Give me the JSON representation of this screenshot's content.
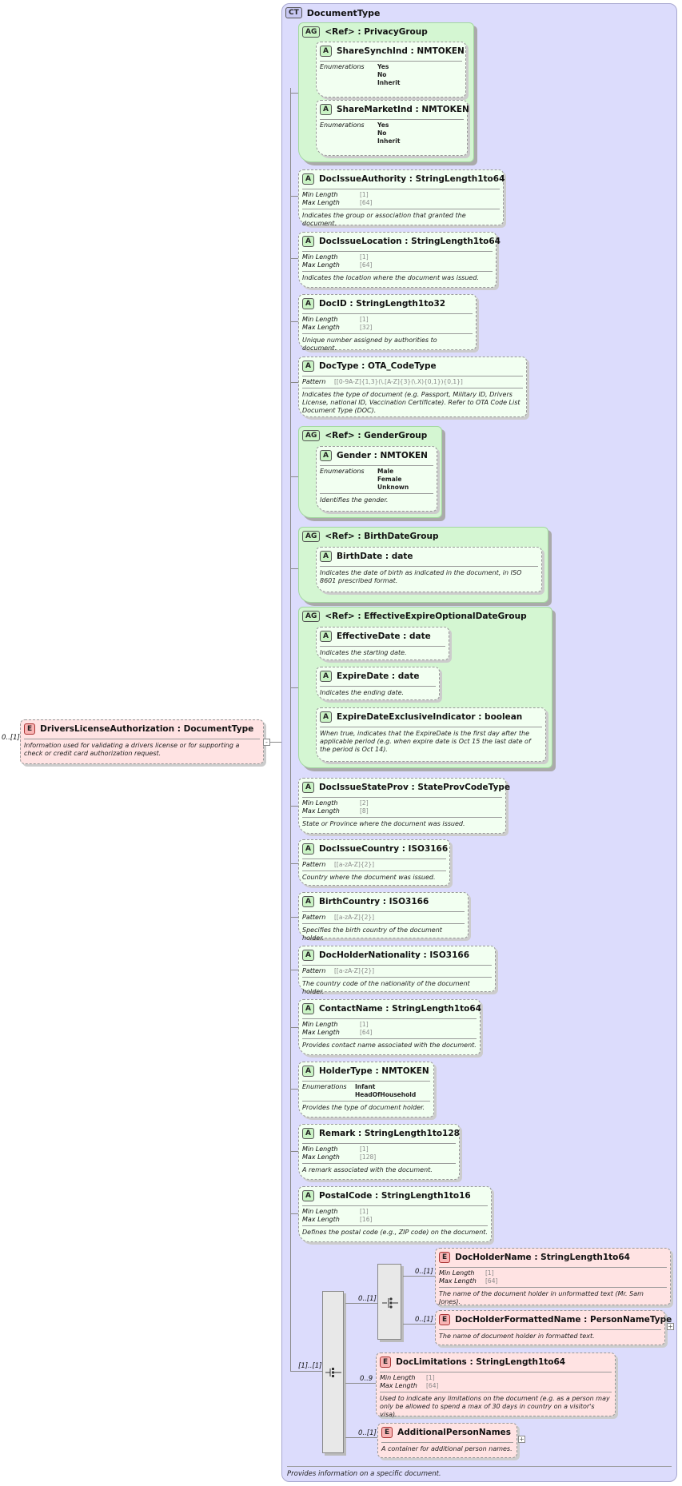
{
  "root_element": {
    "multiplicity": "0..[1]",
    "badge": "E",
    "title": "DriversLicenseAuthorization : DocumentType",
    "description": "Information used for validating a drivers license or for supporting a check or credit card authorization request."
  },
  "complex_type": {
    "badge": "CT",
    "title": "DocumentType",
    "description": "Provides information on a specific document."
  },
  "labels": {
    "min_length": "Min Length",
    "max_length": "Max Length",
    "pattern": "Pattern",
    "enumerations": "Enumerations"
  },
  "privacy_group": {
    "badge": "AG",
    "title": "<Ref>      : PrivacyGroup",
    "attrs": [
      {
        "badge": "A",
        "title": "ShareSynchInd : NMTOKEN",
        "enums": [
          "Yes",
          "No",
          "Inherit"
        ]
      },
      {
        "badge": "A",
        "title": "ShareMarketInd : NMTOKEN",
        "enums": [
          "Yes",
          "No",
          "Inherit"
        ]
      }
    ]
  },
  "doc_issue_authority": {
    "badge": "A",
    "title": "DocIssueAuthority : StringLength1to64",
    "min": "[1]",
    "max": "[64]",
    "description": "Indicates the group or association that granted the document."
  },
  "doc_issue_location": {
    "badge": "A",
    "title": "DocIssueLocation : StringLength1to64",
    "min": "[1]",
    "max": "[64]",
    "description": "Indicates the location where the document was issued."
  },
  "doc_id": {
    "badge": "A",
    "title": "DocID      : StringLength1to32",
    "min": "[1]",
    "max": "[32]",
    "description": "Unique number assigned by authorities to document."
  },
  "doc_type": {
    "badge": "A",
    "title": "DocType : OTA_CodeType",
    "pattern": "[[0-9A-Z]{1,3}(\\.[A-Z]{3}(\\.X){0,1}){0,1}]",
    "description": "Indicates the type of document (e.g. Passport, Military ID, Drivers License, national ID, Vaccination Certificate). Refer to OTA Code List Document Type (DOC)."
  },
  "gender_group": {
    "badge": "AG",
    "title": "<Ref>      : GenderGroup",
    "attr": {
      "badge": "A",
      "title": "Gender    : NMTOKEN",
      "enums": [
        "Male",
        "Female",
        "Unknown"
      ],
      "description": "Identifies the gender."
    }
  },
  "birth_date_group": {
    "badge": "AG",
    "title": "<Ref>      : BirthDateGroup",
    "attr": {
      "badge": "A",
      "title": "BirthDate : date",
      "description": "Indicates the date of birth as indicated in the document, in ISO 8601 prescribed format."
    }
  },
  "effective_group": {
    "badge": "AG",
    "title": "<Ref>      : EffectiveExpireOptionalDateGroup",
    "attrs": [
      {
        "badge": "A",
        "title": "EffectiveDate : date",
        "description": "Indicates the starting date."
      },
      {
        "badge": "A",
        "title": "ExpireDate : date",
        "description": "Indicates the ending date."
      },
      {
        "badge": "A",
        "title": "ExpireDateExclusiveIndicator : boolean",
        "description": "When true, indicates that the ExpireDate is the first day after the applicable period (e.g. when expire date is Oct 15  the last date of the period is Oct 14)."
      }
    ]
  },
  "doc_issue_state_prov": {
    "badge": "A",
    "title": "DocIssueStateProv : StateProvCodeType",
    "min": "[2]",
    "max": "[8]",
    "description": "State or Province where the document was issued."
  },
  "doc_issue_country": {
    "badge": "A",
    "title": "DocIssueCountry : ISO3166",
    "pattern": "[[a-zA-Z]{2}]",
    "description": "Country where the document was issued."
  },
  "birth_country": {
    "badge": "A",
    "title": "BirthCountry : ISO3166",
    "pattern": "[[a-zA-Z]{2}]",
    "description": "Specifies the birth country of the document holder."
  },
  "doc_holder_nationality": {
    "badge": "A",
    "title": "DocHolderNationality : ISO3166",
    "pattern": "[[a-zA-Z]{2}]",
    "description": "The country code of the nationality of the document holder."
  },
  "contact_name": {
    "badge": "A",
    "title": "ContactName : StringLength1to64",
    "min": "[1]",
    "max": "[64]",
    "description": "Provides contact name associated with the document."
  },
  "holder_type": {
    "badge": "A",
    "title": "HolderType : NMTOKEN",
    "enums": [
      "Infant",
      "HeadOfHousehold"
    ],
    "description": "Provides the type of document holder."
  },
  "remark": {
    "badge": "A",
    "title": "Remark   : StringLength1to128",
    "min": "[1]",
    "max": "[128]",
    "description": "A remark associated with the document."
  },
  "postal_code": {
    "badge": "A",
    "title": "PostalCode : StringLength1to16",
    "min": "[1]",
    "max": "[16]",
    "description": "Defines the postal code (e.g., ZIP code) on the document."
  },
  "sequence": {
    "multiplicity": "[1]..[1]",
    "choice_multiplicity": "0..[1]",
    "doc_holder_name": {
      "badge": "E",
      "multiplicity": "0..[1]",
      "title": "DocHolderName : StringLength1to64",
      "min": "[1]",
      "max": "[64]",
      "description": "The name of the document holder in unformatted text (Mr. Sam Jones)."
    },
    "doc_holder_formatted_name": {
      "badge": "E",
      "multiplicity": "0..[1]",
      "title": "DocHolderFormattedName : PersonNameType",
      "description": "The name of document holder in formatted text."
    },
    "doc_limitations": {
      "badge": "E",
      "multiplicity": "0..9",
      "title": "DocLimitations : StringLength1to64",
      "min": "[1]",
      "max": "[64]",
      "description": "Used to indicate any limitations on the document (e.g. as a person may only be allowed to spend a max of 30 days in country on a visitor's visa)."
    },
    "additional_person_names": {
      "badge": "E",
      "multiplicity": "0..[1]",
      "title": "AdditionalPersonNames",
      "description": "A container for additional person names."
    }
  }
}
